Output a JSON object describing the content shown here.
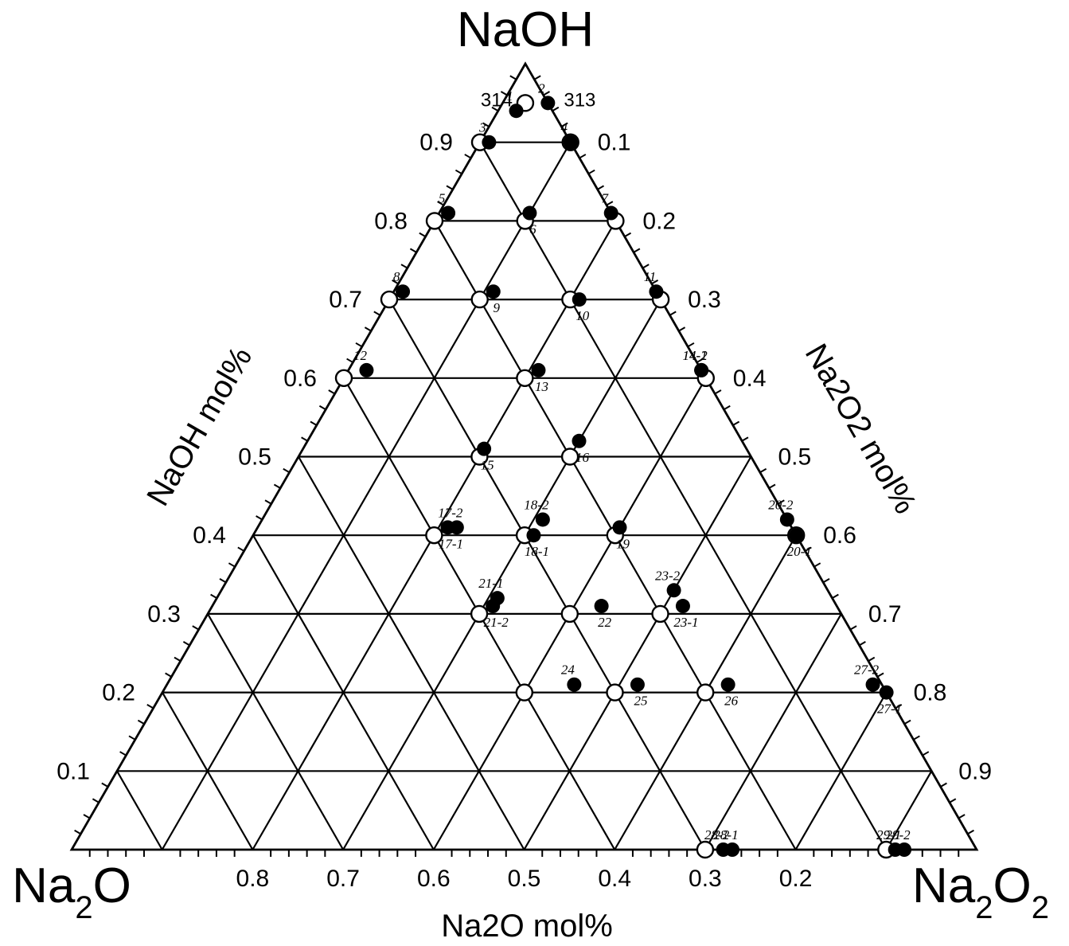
{
  "chart_data": {
    "type": "scatter",
    "plot": "ternary",
    "components": {
      "top": "NaOH",
      "left": "Na2O",
      "right": "Na2O2"
    },
    "axis_labels": {
      "left": "NaOH mol%",
      "right": "Na2O2 mol%",
      "bottom": "Na2O mol%"
    },
    "ticks": {
      "naoh": [
        "0.1",
        "0.2",
        "0.3",
        "0.4",
        "0.5",
        "0.6",
        "0.7",
        "0.8",
        "0.9"
      ],
      "na2o2": [
        "0.1",
        "0.2",
        "0.3",
        "0.4",
        "0.5",
        "0.6",
        "0.7",
        "0.8",
        "0.9"
      ],
      "na2o": [
        "0.8",
        "0.7",
        "0.6",
        "0.5",
        "0.4",
        "0.3",
        "0.2"
      ]
    },
    "grid": true,
    "series": [
      {
        "marker": "open-circle",
        "labels_printed": [
          "314",
          "313"
        ],
        "points": [
          {
            "naoh": 0.95,
            "na2o2": 0.025,
            "label": "314"
          },
          {
            "naoh": 0.9,
            "na2o2": 0.0
          },
          {
            "naoh": 0.9,
            "na2o2": 0.1
          },
          {
            "naoh": 0.8,
            "na2o2": 0.0
          },
          {
            "naoh": 0.8,
            "na2o2": 0.1
          },
          {
            "naoh": 0.8,
            "na2o2": 0.2
          },
          {
            "naoh": 0.7,
            "na2o2": 0.0
          },
          {
            "naoh": 0.7,
            "na2o2": 0.1
          },
          {
            "naoh": 0.7,
            "na2o2": 0.2
          },
          {
            "naoh": 0.7,
            "na2o2": 0.3
          },
          {
            "naoh": 0.6,
            "na2o2": 0.0
          },
          {
            "naoh": 0.6,
            "na2o2": 0.2
          },
          {
            "naoh": 0.6,
            "na2o2": 0.4
          },
          {
            "naoh": 0.5,
            "na2o2": 0.2
          },
          {
            "naoh": 0.5,
            "na2o2": 0.3
          },
          {
            "naoh": 0.4,
            "na2o2": 0.2
          },
          {
            "naoh": 0.4,
            "na2o2": 0.3
          },
          {
            "naoh": 0.4,
            "na2o2": 0.4
          },
          {
            "naoh": 0.4,
            "na2o2": 0.6
          },
          {
            "naoh": 0.3,
            "na2o2": 0.3
          },
          {
            "naoh": 0.3,
            "na2o2": 0.4
          },
          {
            "naoh": 0.3,
            "na2o2": 0.5
          },
          {
            "naoh": 0.2,
            "na2o2": 0.4
          },
          {
            "naoh": 0.2,
            "na2o2": 0.5
          },
          {
            "naoh": 0.2,
            "na2o2": 0.6
          },
          {
            "naoh": 0.0,
            "na2o2": 0.7
          },
          {
            "naoh": 0.0,
            "na2o2": 0.9
          }
        ]
      },
      {
        "marker": "filled-circle",
        "points": [
          {
            "naoh": 0.94,
            "na2o2": 0.02,
            "label": "1"
          },
          {
            "naoh": 0.95,
            "na2o2": 0.05,
            "label": "2"
          },
          {
            "naoh": 0.9,
            "na2o2": 0.01,
            "label": "3"
          },
          {
            "naoh": 0.9,
            "na2o2": 0.1,
            "label": "4"
          },
          {
            "naoh": 0.81,
            "na2o2": 0.01,
            "label": "5"
          },
          {
            "naoh": 0.81,
            "na2o2": 0.1,
            "label": "6"
          },
          {
            "naoh": 0.81,
            "na2o2": 0.19,
            "label": "7"
          },
          {
            "naoh": 0.71,
            "na2o2": 0.01,
            "label": "8"
          },
          {
            "naoh": 0.71,
            "na2o2": 0.11,
            "label": "9"
          },
          {
            "naoh": 0.7,
            "na2o2": 0.21,
            "label": "10"
          },
          {
            "naoh": 0.71,
            "na2o2": 0.29,
            "label": "11"
          },
          {
            "naoh": 0.61,
            "na2o2": 0.02,
            "label": "12"
          },
          {
            "naoh": 0.61,
            "na2o2": 0.21,
            "label": "13"
          },
          {
            "naoh": 0.61,
            "na2o2": 0.39,
            "label": "14-2"
          },
          {
            "naoh": 0.61,
            "na2o2": 0.39,
            "label": "14-1"
          },
          {
            "naoh": 0.51,
            "na2o2": 0.2,
            "label": "15"
          },
          {
            "naoh": 0.52,
            "na2o2": 0.3,
            "label": "16"
          },
          {
            "naoh": 0.41,
            "na2o2": 0.22,
            "label": "17-2"
          },
          {
            "naoh": 0.41,
            "na2o2": 0.21,
            "label": "17-1"
          },
          {
            "naoh": 0.42,
            "na2o2": 0.31,
            "label": "18-2"
          },
          {
            "naoh": 0.4,
            "na2o2": 0.31,
            "label": "18-1"
          },
          {
            "naoh": 0.41,
            "na2o2": 0.4,
            "label": "19"
          },
          {
            "naoh": 0.42,
            "na2o2": 0.58,
            "label": "20-2"
          },
          {
            "naoh": 0.4,
            "na2o2": 0.6,
            "label": "20-1"
          },
          {
            "naoh": 0.32,
            "na2o2": 0.31,
            "label": "21-1"
          },
          {
            "naoh": 0.31,
            "na2o2": 0.31,
            "label": "21-2"
          },
          {
            "naoh": 0.31,
            "na2o2": 0.43,
            "label": "22"
          },
          {
            "naoh": 0.33,
            "na2o2": 0.5,
            "label": "23-2"
          },
          {
            "naoh": 0.31,
            "na2o2": 0.52,
            "label": "23-1"
          },
          {
            "naoh": 0.21,
            "na2o2": 0.45,
            "label": "24"
          },
          {
            "naoh": 0.21,
            "na2o2": 0.52,
            "label": "25"
          },
          {
            "naoh": 0.21,
            "na2o2": 0.62,
            "label": "26"
          },
          {
            "naoh": 0.21,
            "na2o2": 0.78,
            "label": "27-2"
          },
          {
            "naoh": 0.2,
            "na2o2": 0.8,
            "label": "27-1"
          },
          {
            "naoh": 0.0,
            "na2o2": 0.72,
            "label": "28-2"
          },
          {
            "naoh": 0.0,
            "na2o2": 0.73,
            "label": "28-1"
          },
          {
            "naoh": 0.0,
            "na2o2": 0.91,
            "label": "29-1"
          },
          {
            "naoh": 0.0,
            "na2o2": 0.92,
            "label": "29-2"
          }
        ]
      }
    ]
  }
}
